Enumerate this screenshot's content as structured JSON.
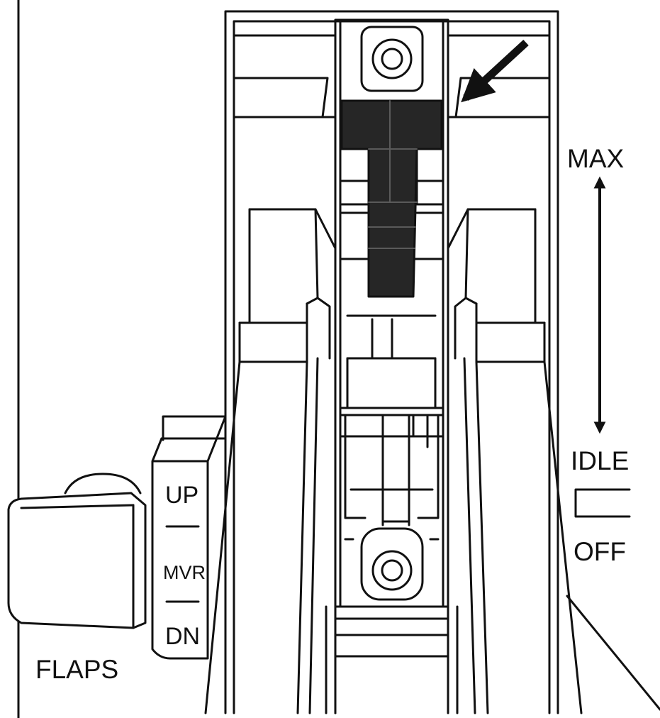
{
  "labels": {
    "max": "MAX",
    "idle": "IDLE",
    "off": "OFF",
    "flaps": "FLAPS",
    "flap_up": "UP",
    "flap_mvr": "MVR",
    "flap_dn": "DN"
  },
  "colors": {
    "line": "#111111",
    "fill": "#ffffff",
    "handle": "#262626"
  },
  "icons": {
    "pointer": "arrow-down-left-icon",
    "range": "double-arrow-vertical-icon",
    "cutoff": "idle-off-step-icon"
  }
}
